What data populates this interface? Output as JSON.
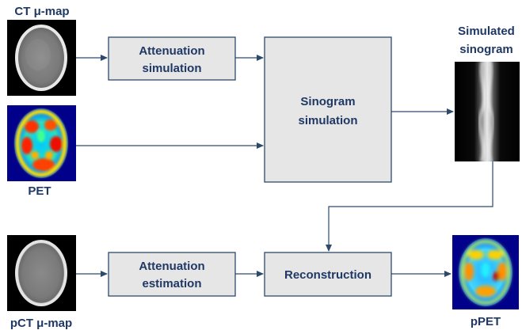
{
  "labels": {
    "ct_mu_map": "CT μ-map",
    "pet": "PET",
    "simulated_sinogram_line1": "Simulated",
    "simulated_sinogram_line2": "sinogram",
    "pct_mu_map": "pCT μ-map",
    "ppet": "pPET"
  },
  "boxes": {
    "attenuation_simulation": [
      "Attenuation",
      "simulation"
    ],
    "sinogram_simulation": [
      "Sinogram",
      "simulation"
    ],
    "attenuation_estimation": [
      "Attenuation",
      "estimation"
    ],
    "reconstruction": [
      "Reconstruction"
    ]
  },
  "colors": {
    "text": "#1f3864",
    "box_fill": "#e6e6e6",
    "box_stroke": "#2e4a6b",
    "arrow": "#2e4a6b"
  },
  "icons": {
    "ct_image": "ct-skull-scan",
    "pet_image": "pet-brain-scan-jet-colormap",
    "sinogram_image": "sinogram-grayscale",
    "pct_image": "pseudo-ct-skull-scan",
    "ppet_image": "pseudo-pet-brain-scan-jet-colormap"
  }
}
